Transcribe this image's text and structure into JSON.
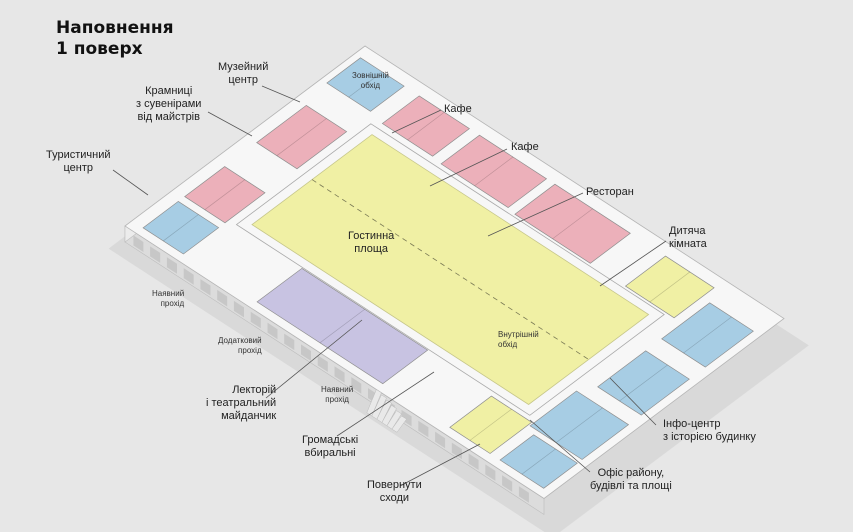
{
  "title": {
    "line1": "Наповнення",
    "line2": "1 поверх"
  },
  "colors": {
    "background": "#e7e7e7",
    "museum": "#a7cde4",
    "shops": "#ecb0ba",
    "cafe": "#ecb0ba",
    "restaurant": "#ecb0ba",
    "guest_square": "#f0f0a4",
    "lecture_hall": "#c8c3e2",
    "info": "#a7cde4",
    "kids": "#f0f0a4",
    "building": "#f7f7f7",
    "line": "#555555"
  },
  "labels": {
    "museum_center": [
      "Музейний",
      "центр"
    ],
    "external_bypass": [
      "Зовнішній",
      "обхід"
    ],
    "shops": [
      "Крамниці",
      "з сувенірами",
      "від майстрів"
    ],
    "cafe_1": [
      "Кафе"
    ],
    "cafe_2": [
      "Кафе"
    ],
    "tourist_center": [
      "Туристичний",
      "центр"
    ],
    "restaurant": [
      "Ресторан"
    ],
    "guest_square": [
      "Гостинна",
      "площа"
    ],
    "kids_room": [
      "Дитяча",
      "кімната"
    ],
    "existing_passage_left": [
      "Наявний",
      "прохід"
    ],
    "additional_passage": [
      "Додатковий",
      "прохід"
    ],
    "inner_bypass": [
      "Внутрішній",
      "обхід"
    ],
    "lecture_hall": [
      "Лекторій",
      "і театральний",
      "майданчик"
    ],
    "existing_passage_bottom": [
      "Наявний",
      "прохід"
    ],
    "info_center": [
      "Інфо-центр",
      "з історією будинку"
    ],
    "public_toilets": [
      "Громадські",
      "вбиральні"
    ],
    "district_office": [
      "Офіс району,",
      "будівлі та площі"
    ],
    "turned_stairs": [
      "Повернути",
      "сходи"
    ]
  }
}
